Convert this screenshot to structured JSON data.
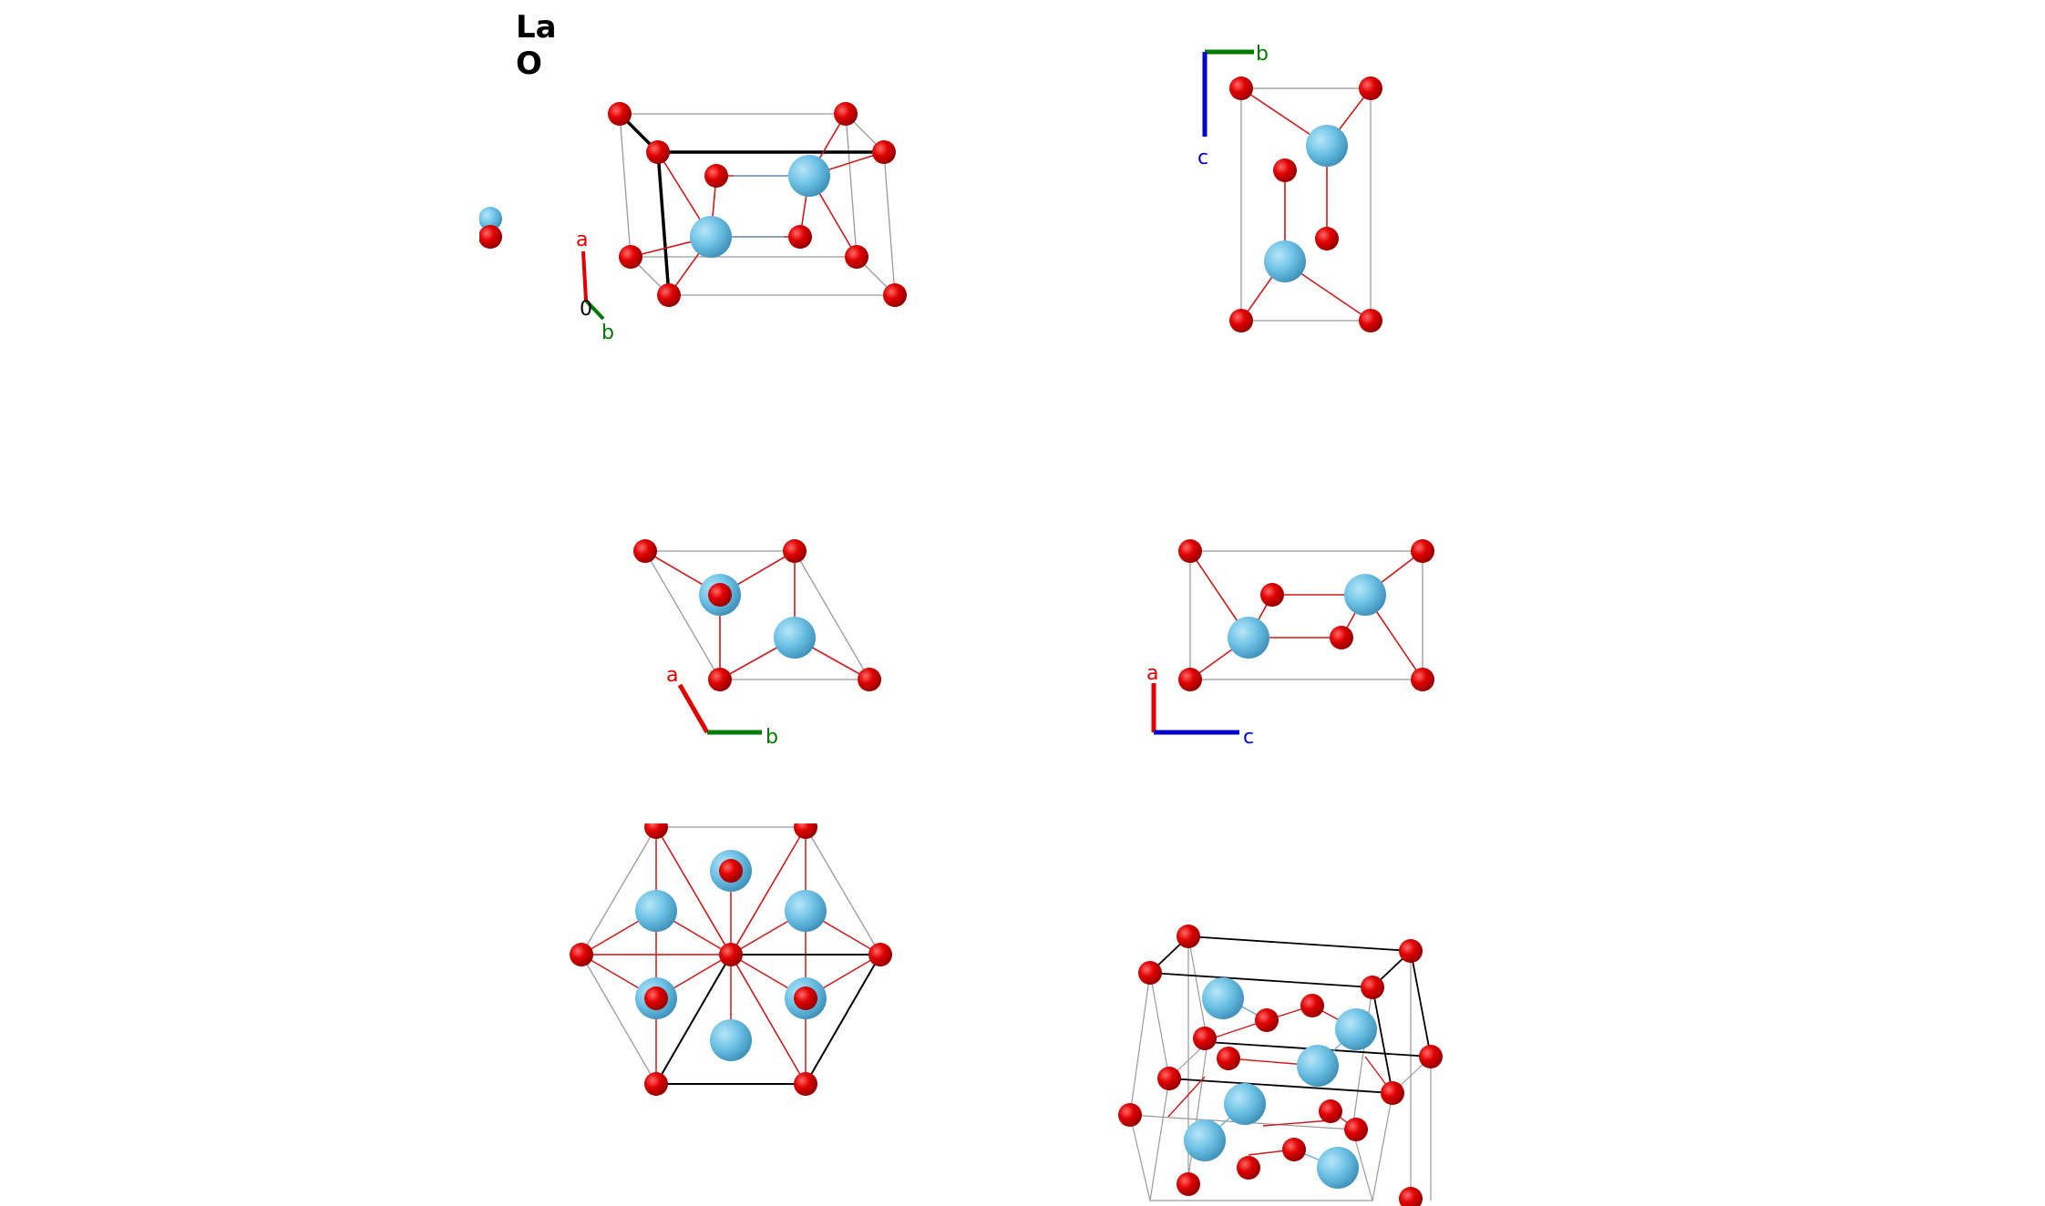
{
  "legend": {
    "elements": [
      {
        "symbol": "La",
        "color": "#6fc3e6"
      },
      {
        "symbol": "O",
        "color": "#e00000"
      }
    ]
  },
  "colors": {
    "la": "#6fc3e6",
    "o": "#e00000",
    "axis_a": "#e00000",
    "axis_b": "#007a00",
    "axis_c": "#0000cc",
    "cell_edge": "#9a9a9a",
    "cell_edge_bold": "#000000",
    "bond_o": "#cc1a1a",
    "bond_la": "#6aaed0"
  },
  "panels": [
    {
      "id": "perspective",
      "axes": {
        "a": "a",
        "b": "b",
        "origin": "0"
      }
    },
    {
      "id": "view-along-a",
      "axes": {
        "b": "b",
        "c": "c"
      }
    },
    {
      "id": "view-along-c",
      "axes": {
        "a": "a",
        "b": "b"
      }
    },
    {
      "id": "view-along-b",
      "axes": {
        "a": "a",
        "c": "c"
      }
    },
    {
      "id": "supercell-top",
      "axes": {}
    },
    {
      "id": "supercell-persp",
      "axes": {}
    }
  ]
}
